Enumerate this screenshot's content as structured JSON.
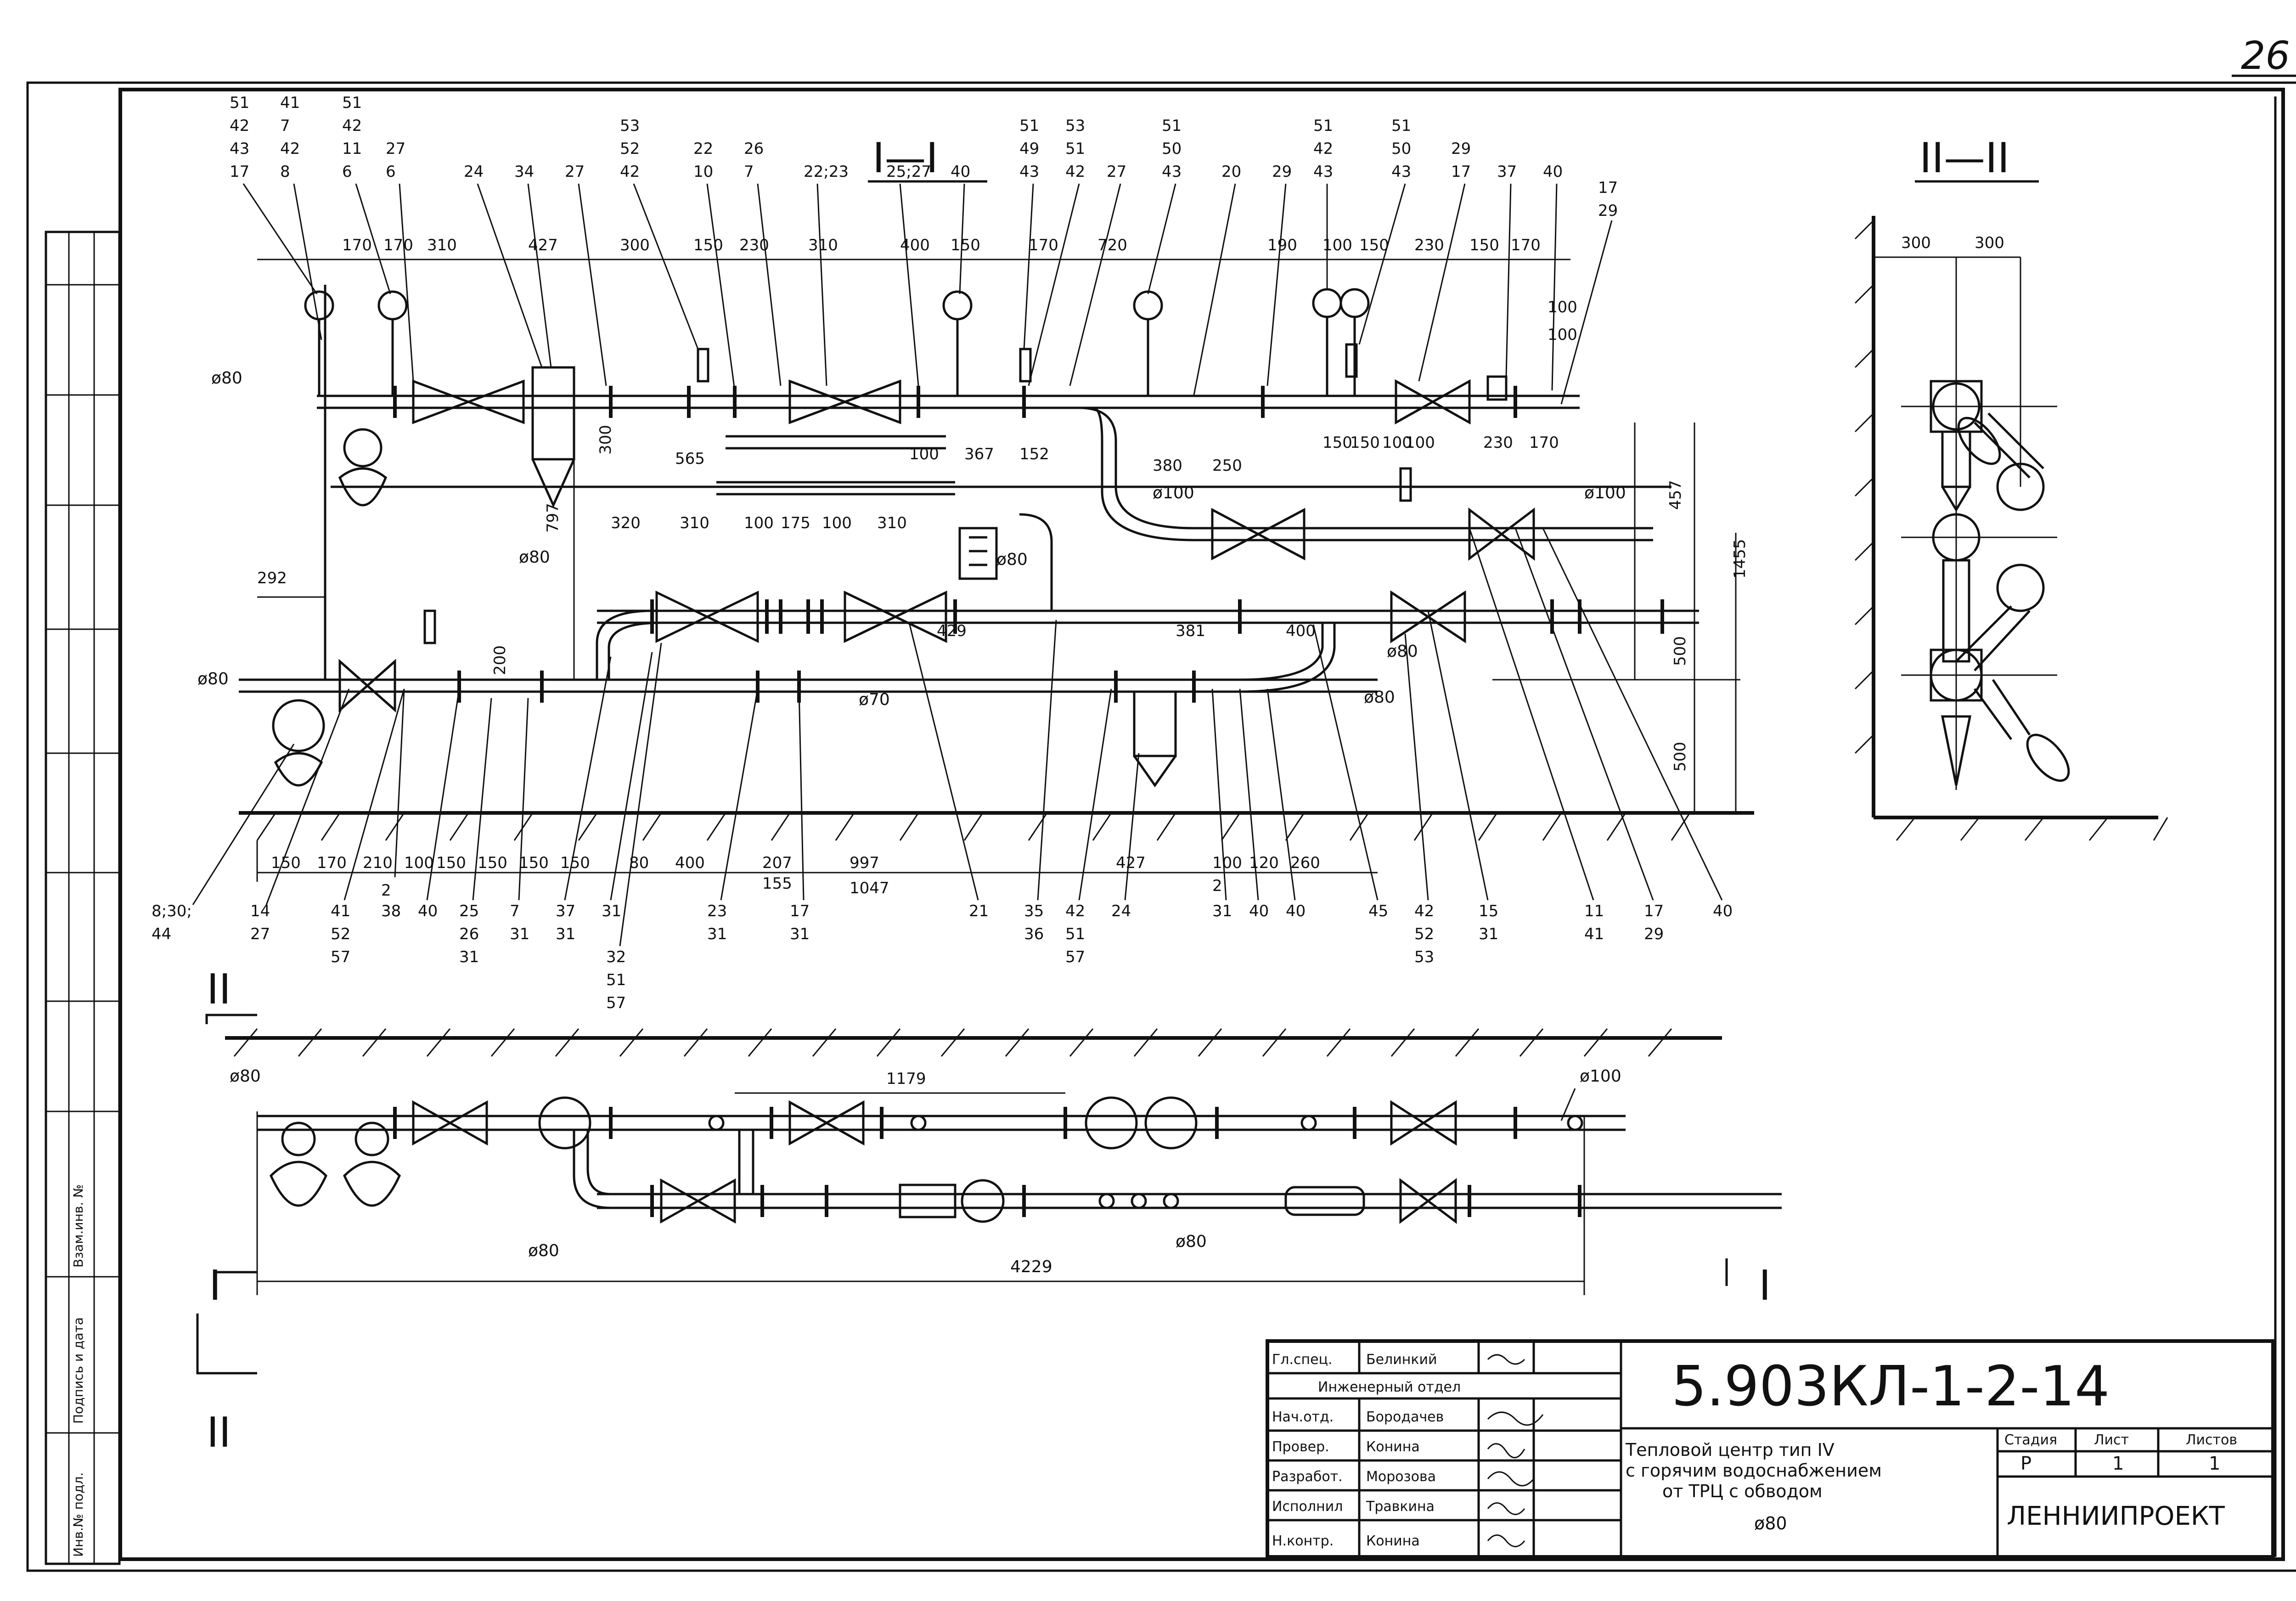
{
  "sheet_number": "26",
  "sections": {
    "main": "I—I",
    "side": "II—II",
    "plan_top_marker": "II",
    "plan_bottom_marker": "II",
    "plan_left_marker": "I",
    "plan_right_marker": "I"
  },
  "top_dims": [
    "170",
    "170",
    "310",
    "427",
    "300",
    "150",
    "230",
    "310",
    "400",
    "150",
    "170",
    "720",
    "190",
    "100",
    "150",
    "230",
    "150",
    "170"
  ],
  "row2_dims": [
    "320",
    "310",
    "100",
    "175",
    "100",
    "310",
    "100",
    "367",
    "152",
    "380",
    "250",
    "150",
    "150",
    "100",
    "100",
    "230",
    "170"
  ],
  "bottom_dims": [
    "150",
    "170",
    "210",
    "100",
    "150",
    "150",
    "150",
    "150",
    "80",
    "400",
    "207",
    "997",
    "1047",
    "155",
    "427",
    "100",
    "120",
    "260"
  ],
  "misc_dims": {
    "d292": "292",
    "d565": "565",
    "d300": "300",
    "d797": "797",
    "d200": "200",
    "d429": "429",
    "d381": "381",
    "d400": "400",
    "d457": "457",
    "d1455": "1455",
    "d500a": "500",
    "d500b": "500",
    "d100a": "100",
    "d100b": "100",
    "side_w1": "300",
    "side_w2": "300",
    "plan_1179": "1179",
    "plan_4229": "4229"
  },
  "diameters": {
    "phi80_a": "ø80",
    "phi80_b": "ø80",
    "phi80_c": "ø80",
    "phi80_d": "ø80",
    "phi80_e": "ø80",
    "phi80_f": "ø80",
    "phi100_a": "ø100",
    "phi100_b": "ø100",
    "phi70": "ø70",
    "phi80_plan_a": "ø80",
    "phi80_plan_b": "ø80",
    "phi80_plan_c": "ø80",
    "phi100_plan": "ø100"
  },
  "top_callouts": [
    {
      "lines": [
        "51",
        "42",
        "43",
        "17"
      ]
    },
    {
      "lines": [
        "41",
        "7",
        "42",
        "8"
      ]
    },
    {
      "lines": [
        "51",
        "42",
        "11",
        "6"
      ]
    },
    {
      "lines": [
        "27",
        "6"
      ]
    },
    {
      "lines": [
        "24"
      ]
    },
    {
      "lines": [
        "34"
      ]
    },
    {
      "lines": [
        "27"
      ]
    },
    {
      "lines": [
        "53",
        "52",
        "42"
      ]
    },
    {
      "lines": [
        "22",
        "10"
      ]
    },
    {
      "lines": [
        "26",
        "7"
      ]
    },
    {
      "lines": [
        "22;23"
      ]
    },
    {
      "lines": [
        "25;27",
        "40"
      ]
    },
    {
      "lines": [
        "51",
        "49",
        "43"
      ]
    },
    {
      "lines": [
        "53",
        "51",
        "42"
      ]
    },
    {
      "lines": [
        "27"
      ]
    },
    {
      "lines": [
        "51",
        "50",
        "43"
      ]
    },
    {
      "lines": [
        "20"
      ]
    },
    {
      "lines": [
        "29"
      ]
    },
    {
      "lines": [
        "51",
        "42",
        "43"
      ]
    },
    {
      "lines": [
        "51",
        "50",
        "43"
      ]
    },
    {
      "lines": [
        "29",
        "17"
      ]
    },
    {
      "lines": [
        "37"
      ]
    },
    {
      "lines": [
        "40"
      ]
    },
    {
      "lines": [
        "17",
        "29"
      ]
    }
  ],
  "bottom_callouts": [
    {
      "lines": [
        "8;30;",
        "44"
      ]
    },
    {
      "lines": [
        "14",
        "27"
      ]
    },
    {
      "lines": [
        "41",
        "52",
        "57"
      ]
    },
    {
      "lines": [
        "2",
        "38"
      ]
    },
    {
      "lines": [
        "40"
      ]
    },
    {
      "lines": [
        "25",
        "26",
        "31"
      ]
    },
    {
      "lines": [
        "7",
        "31"
      ]
    },
    {
      "lines": [
        "37",
        "31"
      ]
    },
    {
      "lines": [
        "31"
      ]
    },
    {
      "lines": [
        "32",
        "51",
        "57"
      ]
    },
    {
      "lines": [
        "23",
        "31"
      ]
    },
    {
      "lines": [
        "17",
        "31"
      ]
    },
    {
      "lines": [
        "21"
      ]
    },
    {
      "lines": [
        "35",
        "36"
      ]
    },
    {
      "lines": [
        "42",
        "51",
        "57"
      ]
    },
    {
      "lines": [
        "24"
      ]
    },
    {
      "lines": [
        "2",
        "31"
      ]
    },
    {
      "lines": [
        "40"
      ]
    },
    {
      "lines": [
        "40"
      ]
    },
    {
      "lines": [
        "45"
      ]
    },
    {
      "lines": [
        "42",
        "52",
        "53"
      ]
    },
    {
      "lines": [
        "15",
        "31"
      ]
    },
    {
      "lines": [
        "11",
        "41"
      ]
    },
    {
      "lines": [
        "17",
        "29"
      ]
    },
    {
      "lines": [
        "40"
      ]
    }
  ],
  "stamp_column": {
    "vzam": "Взам.инв. №",
    "podpis": "Подпись и дата",
    "inv": "Инв.№ подл."
  },
  "title_block": {
    "doc_code": "5.903КЛ-1-2-14",
    "gl_spec_role": "Гл.спец.",
    "gl_spec_name": "Белинкий",
    "department": "Инженерный отдел",
    "rows": [
      {
        "role": "Нач.отд.",
        "name": "Бородачев"
      },
      {
        "role": "Провер.",
        "name": "Конина"
      },
      {
        "role": "Разработ.",
        "name": "Морозова"
      },
      {
        "role": "Исполнил",
        "name": "Травкина"
      },
      {
        "role": "Н.контр.",
        "name": "Конина"
      }
    ],
    "title_lines": [
      "Тепловой центр тип IV",
      "с горячим водоснабжением",
      "от ТРЦ с обводом",
      "ø80"
    ],
    "stage_label": "Стадия",
    "sheet_label": "Лист",
    "sheets_label": "Листов",
    "stage": "Р",
    "sheet": "1",
    "sheets": "1",
    "organization": "ЛЕННИИПРОЕКТ"
  }
}
